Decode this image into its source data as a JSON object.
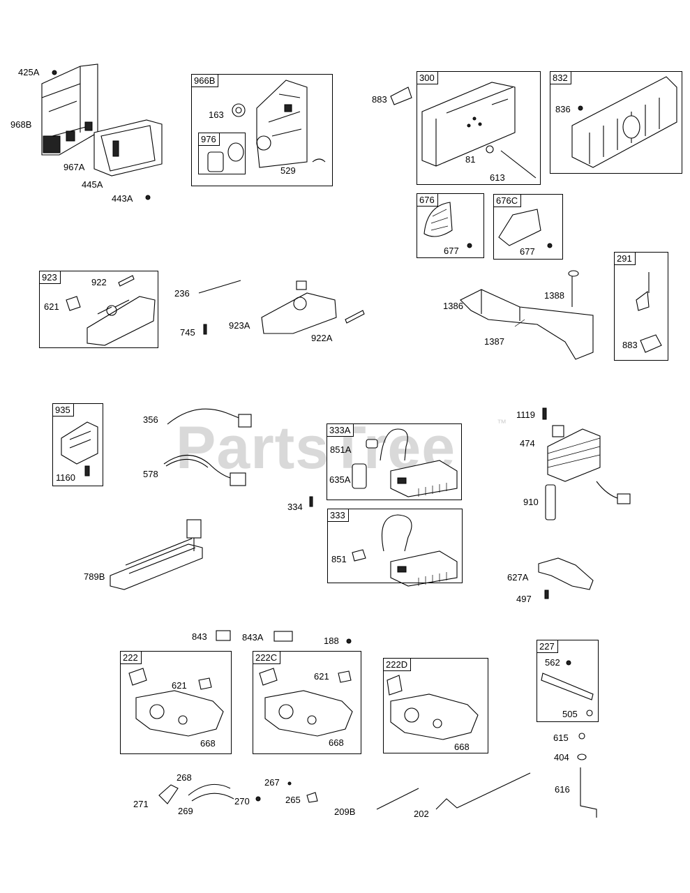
{
  "watermark": {
    "text": "PartsTree",
    "trademark": "™"
  },
  "boxes": {
    "b966B": "966B",
    "b976": "976",
    "b300": "300",
    "b832": "832",
    "b676": "676",
    "b676C": "676C",
    "b923": "923",
    "b291": "291",
    "b935": "935",
    "b333A": "333A",
    "b333": "333",
    "b222": "222",
    "b222C": "222C",
    "b222D": "222D",
    "b227": "227"
  },
  "labels": {
    "p425A": "425A",
    "p968B": "968B",
    "p967A": "967A",
    "p445A": "445A",
    "p443A": "443A",
    "p163": "163",
    "p529": "529",
    "p883a": "883",
    "p81": "81",
    "p613": "613",
    "p836": "836",
    "p677a": "677",
    "p677b": "677",
    "p922": "922",
    "p621a": "621",
    "p236": "236",
    "p745": "745",
    "p923A": "923A",
    "p922A": "922A",
    "p1386": "1386",
    "p1388": "1388",
    "p1387": "1387",
    "p883b": "883",
    "p356": "356",
    "p578": "578",
    "p1160": "1160",
    "p851A": "851A",
    "p635A": "635A",
    "p334": "334",
    "p851": "851",
    "p1119": "1119",
    "p474": "474",
    "p910": "910",
    "p789B": "789B",
    "p627A": "627A",
    "p497": "497",
    "p843": "843",
    "p843A": "843A",
    "p188": "188",
    "p621b": "621",
    "p668a": "668",
    "p621c": "621",
    "p668b": "668",
    "p668c": "668",
    "p562": "562",
    "p505": "505",
    "p615": "615",
    "p404": "404",
    "p616": "616",
    "p268": "268",
    "p267": "267",
    "p271": "271",
    "p269": "269",
    "p270": "270",
    "p265": "265",
    "p209B": "209B",
    "p202": "202"
  }
}
